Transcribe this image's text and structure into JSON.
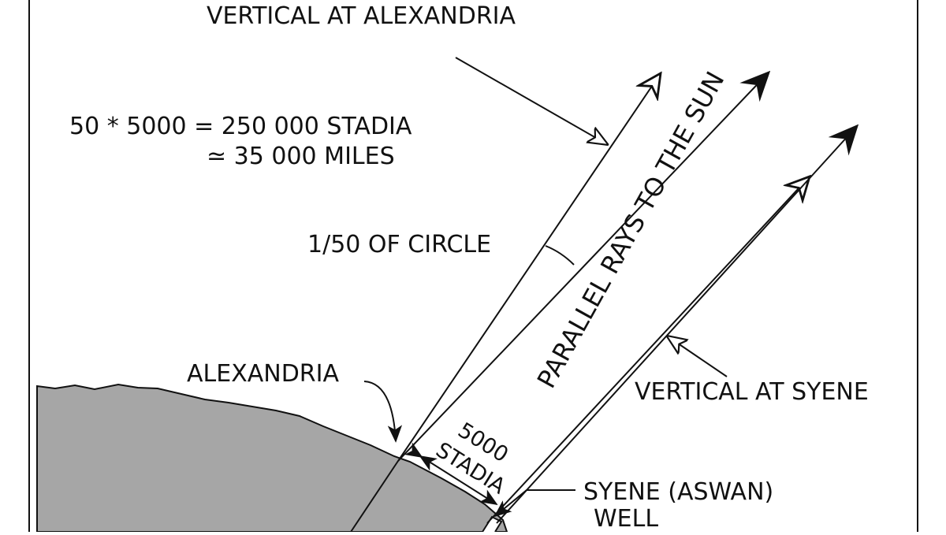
{
  "labels": {
    "vertical_alexandria": "VERTICAL AT ALEXANDRIA",
    "formula_line1": "50 * 5000 = 250 000 STADIA",
    "formula_line2": "≃ 35 000 MILES",
    "angle": "1/50 OF CIRCLE",
    "parallel_rays": "PARALLEL RAYS TO THE SUN",
    "alexandria": "ALEXANDRIA",
    "vertical_syene": "VERTICAL AT SYENE",
    "distance_value": "5000",
    "distance_unit": "STADIA",
    "syene": "SYENE (ASWAN)",
    "well": "WELL"
  },
  "colors": {
    "ink": "#111111",
    "earth_fill": "#a6a6a6",
    "background": "#ffffff"
  }
}
